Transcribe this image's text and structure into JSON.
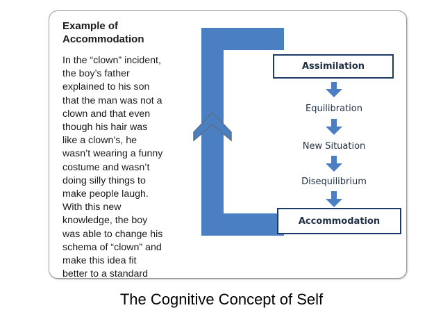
{
  "example": {
    "title": "Example of\nAccommodation",
    "body_lines": [
      "In the “clown” incident,",
      "the boy’s father",
      "explained to his son",
      "that the man was not a",
      "clown and that even",
      "though his hair was",
      "like a clown’s, he",
      "wasn’t wearing a funny",
      "costume and wasn’t",
      "doing silly things to",
      "make people laugh.",
      "With this new",
      "knowledge, the boy",
      "was able to change his",
      "schema of “clown” and",
      "make this idea fit",
      "better to a standard"
    ]
  },
  "diagram": {
    "steps": [
      "Assimilation",
      "Equilibration",
      "New Situation",
      "Disequilibrium",
      "Accommodation"
    ],
    "boxed_steps": [
      0,
      4
    ]
  },
  "colors": {
    "accent_blue": "#4a7fc1",
    "box_border": "#1c3a66",
    "text_dark": "#1f2f44",
    "card_border": "#9a9a9a"
  },
  "icons": [
    "chevron-up-icon",
    "down-arrow-icon"
  ],
  "caption": "The Cognitive Concept of Self"
}
